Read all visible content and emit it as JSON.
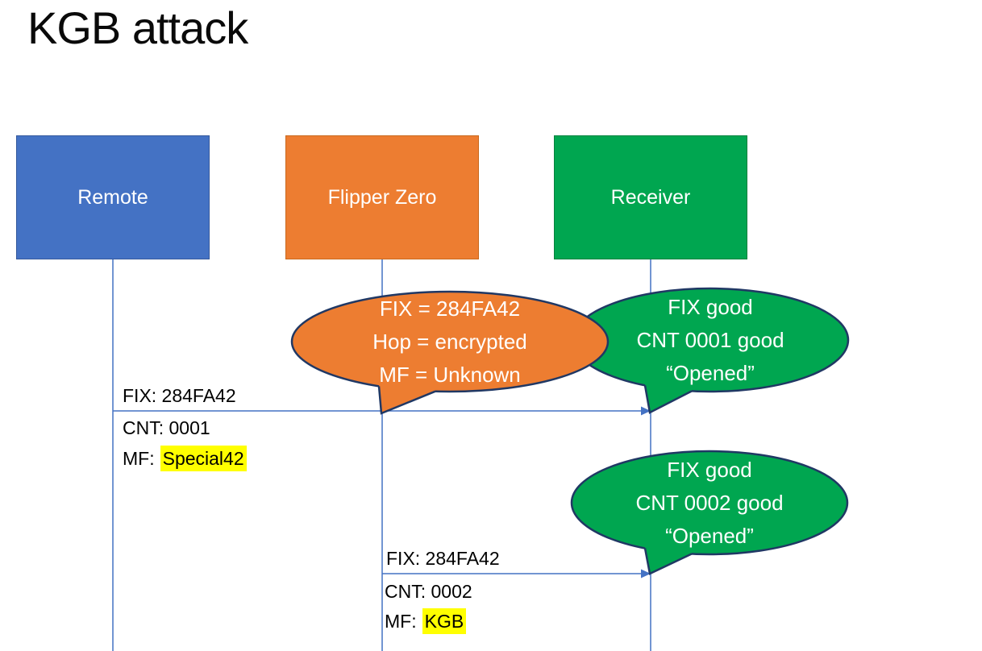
{
  "title": "KGB attack",
  "colors": {
    "remote_blue": "#4472C4",
    "flipper_orange": "#ED7D31",
    "receiver_green": "#00A650",
    "bubble_outline": "#203864",
    "line_blue": "#4472C4",
    "highlight_yellow": "#FFFF00"
  },
  "actors": [
    {
      "id": "remote",
      "label": "Remote"
    },
    {
      "id": "flipper",
      "label": "Flipper Zero"
    },
    {
      "id": "receiver",
      "label": "Receiver"
    }
  ],
  "bubbles": {
    "flipper_capture": {
      "lines": [
        "FIX = 284FA42",
        "Hop = encrypted",
        "MF = Unknown"
      ]
    },
    "receiver_first": {
      "lines": [
        "FIX good",
        "CNT 0001 good",
        "“Opened”"
      ]
    },
    "receiver_second": {
      "lines": [
        "FIX good",
        "CNT 0002 good",
        "“Opened”"
      ]
    }
  },
  "messages": [
    {
      "from": "Remote",
      "to": "Receiver",
      "fix": "FIX: 284FA42",
      "cnt": "CNT: 0001",
      "mf_label": "MF:",
      "mf_value": "Special42"
    },
    {
      "from": "Flipper Zero",
      "to": "Receiver",
      "fix": "FIX: 284FA42",
      "cnt": "CNT: 0002",
      "mf_label": "MF:",
      "mf_value": "KGB"
    }
  ]
}
